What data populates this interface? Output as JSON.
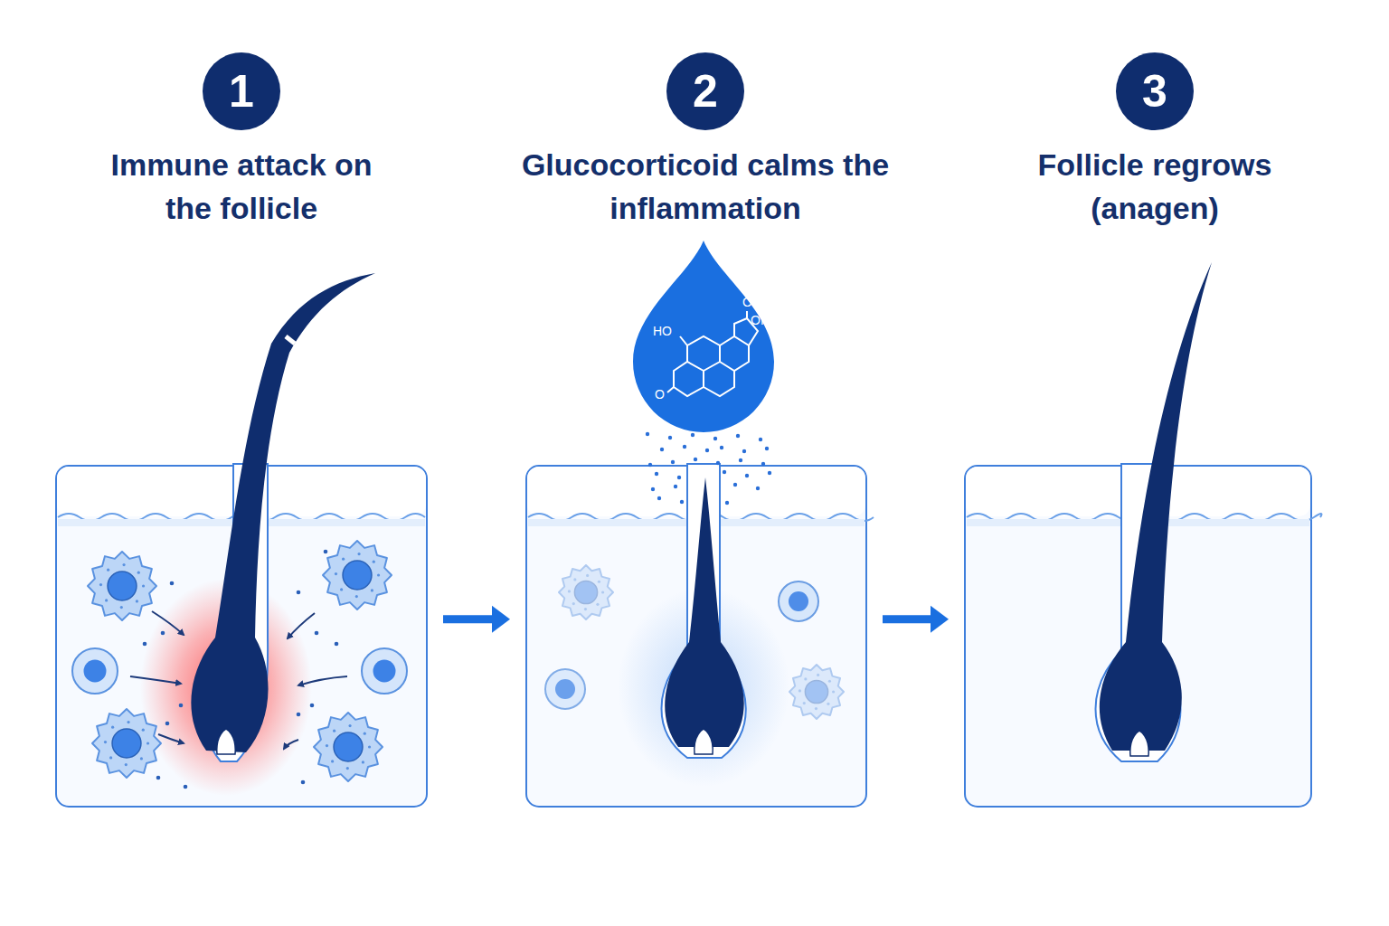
{
  "diagram": {
    "nodes": [
      {
        "text": [
          "1",
          "Immune attack on the follicle"
        ]
      },
      {
        "text": [
          "2",
          "Glucocorticoid calms the inflammation"
        ]
      },
      {
        "text": [
          "3",
          "Follicle regrows (anagen)"
        ]
      }
    ],
    "edges": [
      {
        "from": 0,
        "to": 1,
        "arrow": "to"
      },
      {
        "from": 1,
        "to": 2,
        "arrow": "to"
      }
    ],
    "labels": [
      "HO",
      "O",
      "OH",
      "O"
    ]
  }
}
